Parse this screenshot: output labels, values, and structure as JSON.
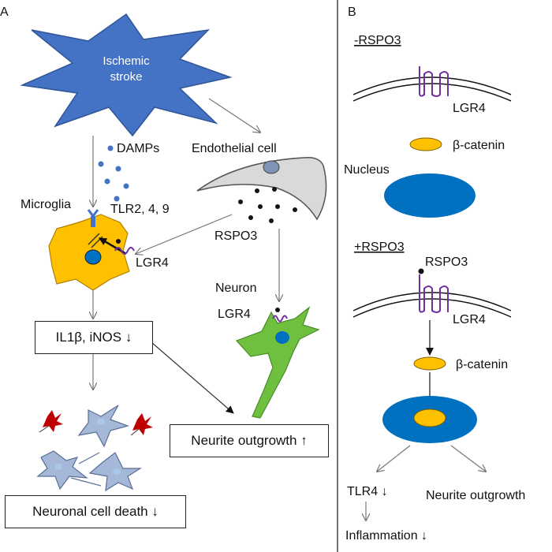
{
  "panel_a": {
    "letter": "A",
    "stroke_line1": "Ischemic",
    "stroke_line2": "stroke",
    "damps": "DAMPs",
    "endothelial_cell": "Endothelial cell",
    "microglia": "Microglia",
    "tlr": "TLR2, 4, 9",
    "rspo3": "RSPO3",
    "lgr4_microglia": "LGR4",
    "neuron": "Neuron",
    "lgr4_neuron": "LGR4",
    "il1b_box": "IL1β, iNOS ↓",
    "neurite_box": "Neurite outgrowth ↑",
    "death_box": "Neuronal cell death ↓"
  },
  "panel_b": {
    "letter": "B",
    "minus_label": "-RSPO3",
    "lgr4_top": "LGR4",
    "bcatenin_top": "β-catenin",
    "nucleus": "Nucleus",
    "plus_label": "+RSPO3",
    "rspo3": "RSPO3",
    "lgr4_bottom": "LGR4",
    "bcatenin_bottom": "β-catenin",
    "tlr4": "TLR4 ↓",
    "neurite": "Neurite outgrowth",
    "inflammation": "Inflammation ↓"
  },
  "colors": {
    "star": "#4472C4",
    "nucleus": "#0070C0",
    "microglia": "#FFC000",
    "neuron": "#70C040",
    "receptor": "#7030A0",
    "bcatenin": "#FFC000",
    "dead_cell": "#C00000",
    "neuron_gray": "#A6B8D8"
  }
}
